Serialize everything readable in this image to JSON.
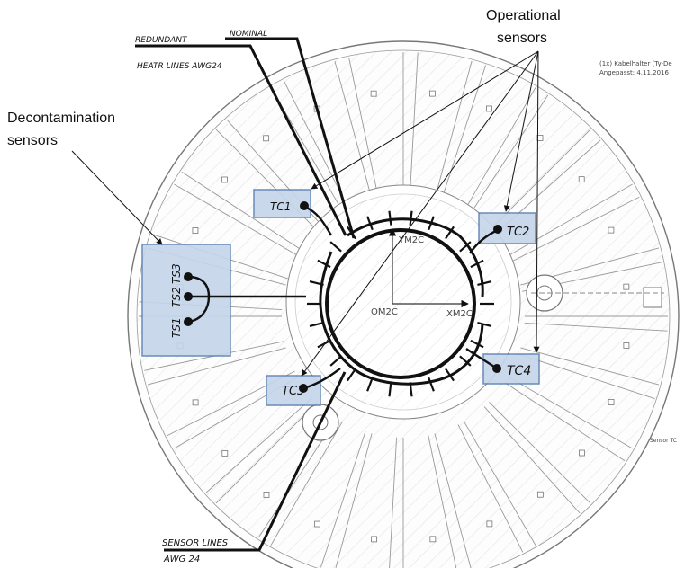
{
  "callouts": {
    "operational_line1": "Operational",
    "operational_line2": "sensors",
    "decontamination_line1": "Decontamination",
    "decontamination_line2": "sensors"
  },
  "handwritten": {
    "redundant": "REDUNDANT",
    "nominal": "NOMINAL",
    "heater_lines": "HEATR LINES AWG24",
    "sensor_lines_1": "SENSOR LINES",
    "sensor_lines_2": "AWG 24"
  },
  "sensors": {
    "tc1": "TC1",
    "tc2": "TC2",
    "tc3": "TC3",
    "tc4": "TC4",
    "ts1": "TS1",
    "ts2": "TS2",
    "ts3": "TS3"
  },
  "axis_labels": {
    "y": "YM2C",
    "x": "XM2C",
    "origin": "OM2C"
  },
  "drawing_notes": {
    "corner_note_1": "(1x) Kabelhalter (Ty-De",
    "corner_note_2": "Angepasst: 4.11.2016",
    "sensor_note": "Sensor TC"
  },
  "colors": {
    "highlight_fill": "#c5d5ea",
    "highlight_stroke": "#5a7fb0",
    "drawing_line": "#777777",
    "ink": "#111111"
  }
}
